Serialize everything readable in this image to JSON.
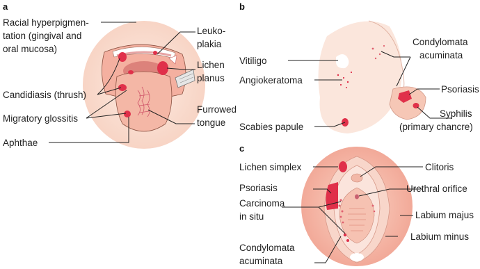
{
  "panels": {
    "a": {
      "letter": "a",
      "labels": {
        "racial_1": "Racial hyperpigmen-",
        "racial_2": "tation (gingival and",
        "racial_3": "oral mucosa)",
        "leuko_1": "Leuko-",
        "leuko_2": "plakia",
        "lichen_1": "Lichen",
        "lichen_2": "planus",
        "candidiasis": "Candidiasis (thrush)",
        "migratory": "Migratory glossitis",
        "aphthae": "Aphthae",
        "furrowed_1": "Furrowed",
        "furrowed_2": "tongue"
      }
    },
    "b": {
      "letter": "b",
      "labels": {
        "vitiligo": "Vitiligo",
        "angiokeratoma": "Angiokeratoma",
        "scabies": "Scabies papule",
        "condy_1": "Condylomata",
        "condy_2": "acuminata",
        "psoriasis": "Psoriasis",
        "syphilis_1": "Syphilis",
        "syphilis_2": "(primary chancre)"
      }
    },
    "c": {
      "letter": "c",
      "labels": {
        "lichen_simplex": "Lichen simplex",
        "psoriasis": "Psoriasis",
        "carcinoma_1": "Carcinoma",
        "carcinoma_2": "in situ",
        "condy_1": "Condylomata",
        "condy_2": "acuminata",
        "clitoris": "Clitoris",
        "urethral": "Urethral orifice",
        "labium_majus": "Labium majus",
        "labium_minus": "Labium minus"
      }
    }
  },
  "colors": {
    "skin_light": "#fbe6dc",
    "skin_mid": "#f6c7b6",
    "lesion": "#e0304a",
    "tongue": "#f4b7a6"
  }
}
